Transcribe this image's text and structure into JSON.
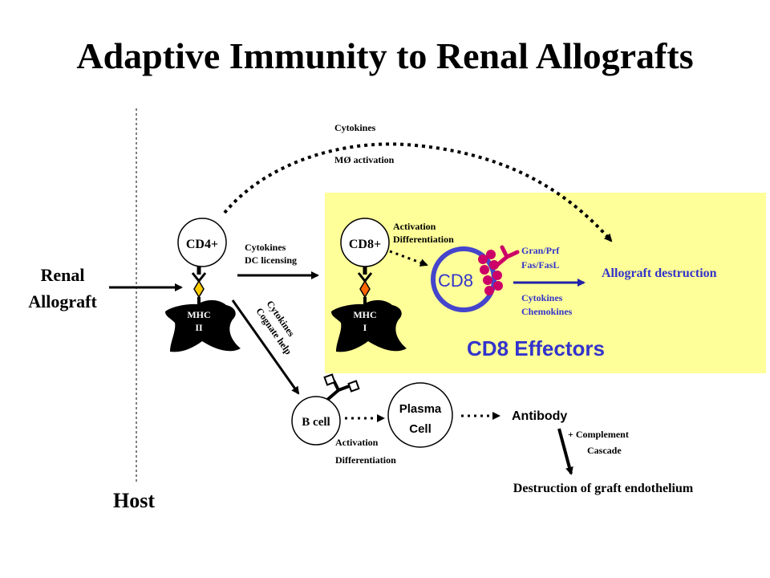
{
  "title": "Adaptive Immunity to Renal Allografts",
  "colors": {
    "effector_panel": "#FFFF99",
    "blue_text": "#3333CC",
    "cd8_ring": "#4444CC",
    "granule": "#CC0066",
    "apc_fill": "#000000",
    "mhc_diamond_yellow": "#FFCC00",
    "mhc_diamond_orange": "#FF6600"
  },
  "labels": {
    "renal_allograft_line1": "Renal",
    "renal_allograft_line2": "Allograft",
    "host": "Host",
    "cd4": "CD4+",
    "cd8_precursor": "CD8+",
    "mhc2_line1": "MHC",
    "mhc2_line2": "II",
    "mhc1_line1": "MHC",
    "mhc1_line2": "I",
    "cytokines_dc_line1": "Cytokines",
    "cytokines_dc_line2": "DC licensing",
    "top_cytokines": "Cytokines",
    "top_macrophage": "MØ activation",
    "activation_cd8_line1": "Activation",
    "activation_cd8_line2": "Differentiation",
    "cd8_cell": "CD8",
    "gran_prf": "Gran/Prf",
    "fas_fasl": "Fas/FasL",
    "cyto_chemo_line1": "Cytokines",
    "cyto_chemo_line2": "Chemokines",
    "allograft_destruction": "Allograft destruction",
    "cd8_effectors": "CD8 Effectors",
    "cognate_line1": "Cytokines",
    "cognate_line2": "Cognate help",
    "b_cell": "B cell",
    "plasma_line1": "Plasma",
    "plasma_line2": "Cell",
    "activation_b_line1": "Activation",
    "activation_b_line2": "Differentiation",
    "antibody": "Antibody",
    "complement_line1": "+ Complement",
    "complement_line2": "Cascade",
    "endothelium": "Destruction of graft endothelium"
  }
}
